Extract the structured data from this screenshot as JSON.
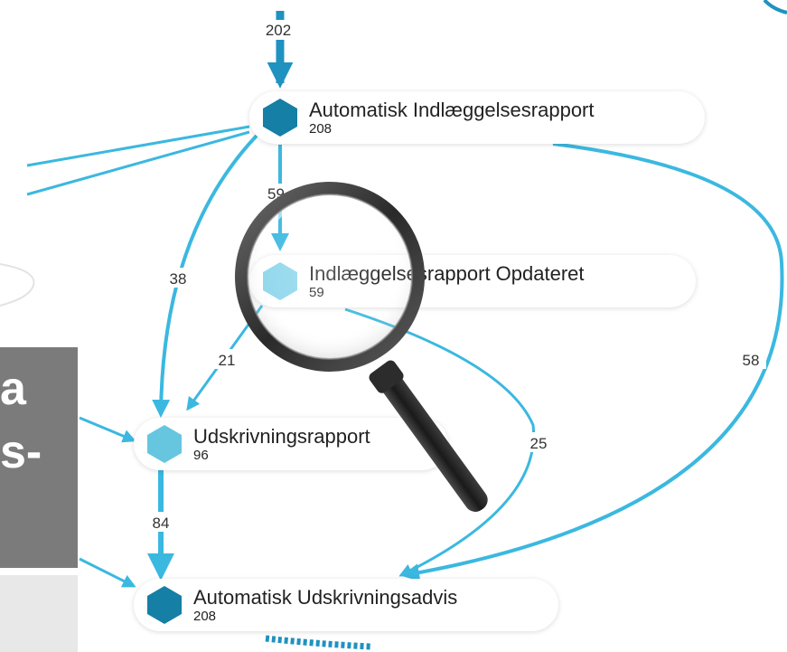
{
  "nodes": [
    {
      "id": "automatisk-indlaeggelsesrapport",
      "name": "Automatisk Indlæggelsesrapport",
      "count": "208",
      "color": "#157fa6"
    },
    {
      "id": "indlaeggelsesrapport-opdateret",
      "name": "Indlæggelsesrapport Opdateret",
      "count": "59",
      "color": "#8ed6ec"
    },
    {
      "id": "udskrivningsrapport",
      "name": "Udskrivningsrapport",
      "count": "96",
      "color": "#66c6e0"
    },
    {
      "id": "automatisk-udskrivningsadvis",
      "name": "Automatisk Udskrivningsadvis",
      "count": "208",
      "color": "#157fa6"
    }
  ],
  "edges": [
    {
      "from": "start",
      "to": "automatisk-indlaeggelsesrapport",
      "label": "202"
    },
    {
      "from": "automatisk-indlaeggelsesrapport",
      "to": "indlaeggelsesrapport-opdateret",
      "label": "59"
    },
    {
      "from": "automatisk-indlaeggelsesrapport",
      "to": "udskrivningsrapport",
      "label": "38"
    },
    {
      "from": "automatisk-indlaeggelsesrapport",
      "to": "automatisk-udskrivningsadvis",
      "label": "58"
    },
    {
      "from": "indlaeggelsesrapport-opdateret",
      "to": "udskrivningsrapport",
      "label": "21"
    },
    {
      "from": "indlaeggelsesrapport-opdateret",
      "to": "automatisk-udskrivningsadvis",
      "label": "25"
    },
    {
      "from": "udskrivningsrapport",
      "to": "automatisk-udskrivningsadvis",
      "label": "84"
    }
  ],
  "side_panel": {
    "line1": "a",
    "line2": "s-"
  },
  "colors": {
    "edge": "#3bb8e0",
    "edge_dark": "#1f92c0",
    "dark_node": "#157fa6",
    "light_node": "#8ed6ec",
    "mid_node": "#66c6e0"
  },
  "overlay": {
    "icon": "magnifying-glass-icon"
  }
}
